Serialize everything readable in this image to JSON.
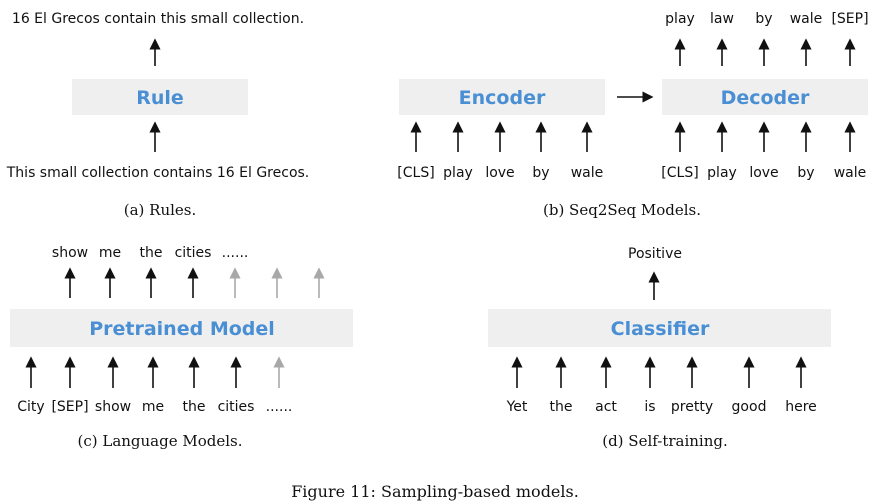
{
  "colors": {
    "box_fill": "#efefef",
    "box_label": "#4a8fd4",
    "arrow": "#111111",
    "arrow_faded": "#a8a8a8",
    "text": "#111111"
  },
  "rules": {
    "output": "16 El Grecos contain this small collection.",
    "box": "Rule",
    "input": "This small collection contains 16 El Grecos.",
    "caption": "(a) Rules."
  },
  "seq2seq": {
    "encoder": "Encoder",
    "decoder": "Decoder",
    "encoder_inputs": [
      "[CLS]",
      "play",
      "love",
      "by",
      "wale"
    ],
    "decoder_inputs": [
      "[CLS]",
      "play",
      "love",
      "by",
      "wale"
    ],
    "decoder_outputs": [
      "play",
      "law",
      "by",
      "wale",
      "[SEP]"
    ],
    "caption": "(b) Seq2Seq Models."
  },
  "lm": {
    "box": "Pretrained Model",
    "outputs": [
      "show",
      "me",
      "the",
      "cities",
      "......"
    ],
    "inputs": [
      "City",
      "[SEP]",
      "show",
      "me",
      "the",
      "cities",
      "......"
    ],
    "caption": "(c) Language Models."
  },
  "selftrain": {
    "output": "Positive",
    "box": "Classifier",
    "inputs": [
      "Yet",
      "the",
      "act",
      "is",
      "pretty",
      "good",
      "here"
    ],
    "caption": "(d) Self-training."
  },
  "figure_caption": "Figure 11: Sampling-based models."
}
